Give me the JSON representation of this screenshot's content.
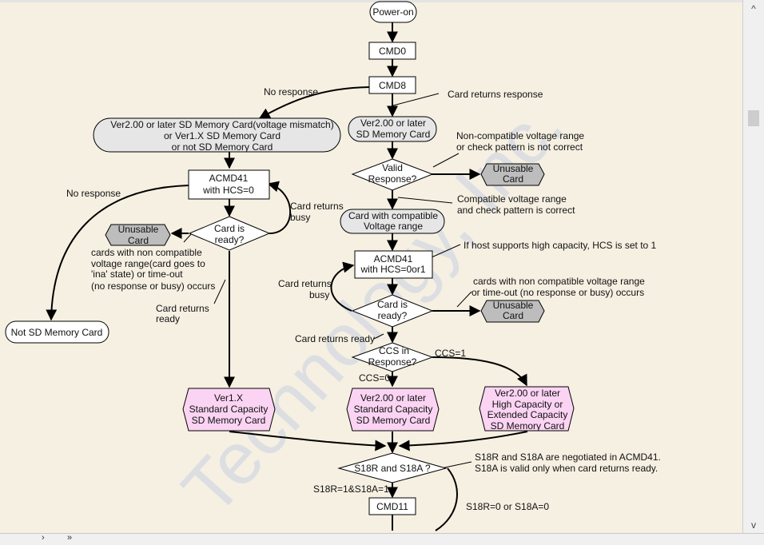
{
  "diagram": {
    "watermark": "Technology, Inc.",
    "nodes": {
      "power_on": "Power-on",
      "cmd0": "CMD0",
      "cmd8": "CMD8",
      "left_card": [
        "Ver2.00 or later SD Memory Card(voltage mismatch)",
        "or Ver1.X SD Memory Card",
        "or not SD Memory Card"
      ],
      "right_card": [
        "Ver2.00 or later",
        "SD Memory Card"
      ],
      "valid_response": [
        "Valid",
        "Response?"
      ],
      "unusable_1": [
        "Unusable",
        "Card"
      ],
      "compat_range": [
        "Card with compatible",
        "Voltage range"
      ],
      "acmd41_left": [
        "ACMD41",
        "with HCS=0"
      ],
      "card_ready_left": [
        "Card is",
        "ready?"
      ],
      "unusable_left": [
        "Unusable",
        "Card"
      ],
      "acmd41_right": [
        "ACMD41",
        "with HCS=0or1"
      ],
      "card_ready_right": [
        "Card is",
        "ready?"
      ],
      "unusable_2": [
        "Unusable",
        "Card"
      ],
      "ccs_in_response": [
        "CCS in",
        "Response?"
      ],
      "not_sd": "Not SD Memory Card",
      "ver1x_std": [
        "Ver1.X",
        "Standard Capacity",
        "SD Memory Card"
      ],
      "ver2_std": [
        "Ver2.00 or later",
        "Standard Capacity",
        "SD Memory Card"
      ],
      "ver2_high": [
        "Ver2.00 or later",
        "High Capacity or",
        "Extended Capacity",
        "SD Memory Card"
      ],
      "s18": "S18R and S18A ?",
      "cmd11": "CMD11"
    },
    "labels": {
      "no_response_top": "No response",
      "card_returns_response": "Card returns response",
      "non_compat": [
        "Non-compatible voltage range",
        "or check pattern is not correct"
      ],
      "compat": [
        "Compatible voltage range",
        "and check pattern is correct"
      ],
      "no_response_left": "No response",
      "card_returns_busy_left": [
        "Card returns",
        "busy"
      ],
      "left_non_compat": [
        "cards with non compatible",
        "voltage range(card goes to",
        "'ina' state) or time-out",
        "(no response or busy) occurs"
      ],
      "card_returns_ready_left": [
        "Card returns",
        "ready"
      ],
      "hcs_note": "If host supports high capacity, HCS is set to  1",
      "card_returns_busy_right": [
        "Card returns",
        "busy"
      ],
      "right_non_compat": [
        "cards with non compatible voltage range",
        "or time-out (no response or busy) occurs"
      ],
      "card_returns_ready_right": "Card returns ready",
      "ccs1": "CCS=1",
      "ccs0": "CCS=0",
      "s18_note": [
        "S18R and S18A are negotiated in ACMD41.",
        "S18A is valid only when card returns ready."
      ],
      "s18_yes": "S18R=1&S18A=1",
      "s18_no": "S18R=0 or S18A=0"
    }
  },
  "ui": {
    "scroll_up": "^",
    "scroll_down": "v",
    "status_nav": [
      "›",
      "»"
    ]
  }
}
